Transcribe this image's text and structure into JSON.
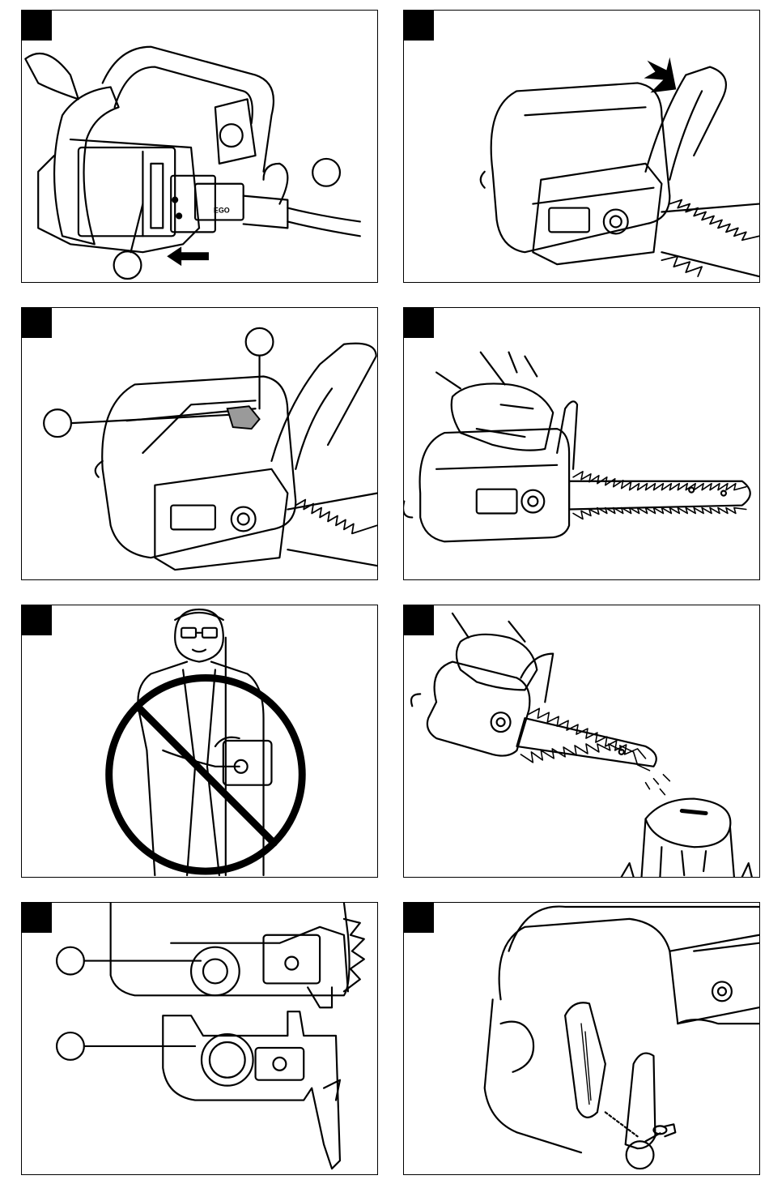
{
  "brand": {
    "wordmark": "EGO"
  },
  "figures": [
    {
      "id": "fig-1",
      "icon": "battery-insert",
      "callouts": 2,
      "arrow": "left"
    },
    {
      "id": "fig-2",
      "icon": "lock-button-press",
      "callouts": 0,
      "arrow": "down-right"
    },
    {
      "id": "fig-3",
      "icon": "trigger-and-lockout",
      "callouts": 2,
      "arrow": "none"
    },
    {
      "id": "fig-4",
      "icon": "hand-grip-front",
      "callouts": 0,
      "arrow": "none"
    },
    {
      "id": "fig-5",
      "icon": "prohibited-one-hand-use",
      "callouts": 0,
      "arrow": "none"
    },
    {
      "id": "fig-6",
      "icon": "oil-test-over-stump",
      "callouts": 0,
      "arrow": "none"
    },
    {
      "id": "fig-7",
      "icon": "sprocket-and-cover",
      "callouts": 2,
      "arrow": "none"
    },
    {
      "id": "fig-8",
      "icon": "cover-screw",
      "callouts": 1,
      "arrow": "none"
    }
  ],
  "colors": {
    "ink": "#000000",
    "paper": "#ffffff",
    "trigger": "#9a9a9a"
  }
}
